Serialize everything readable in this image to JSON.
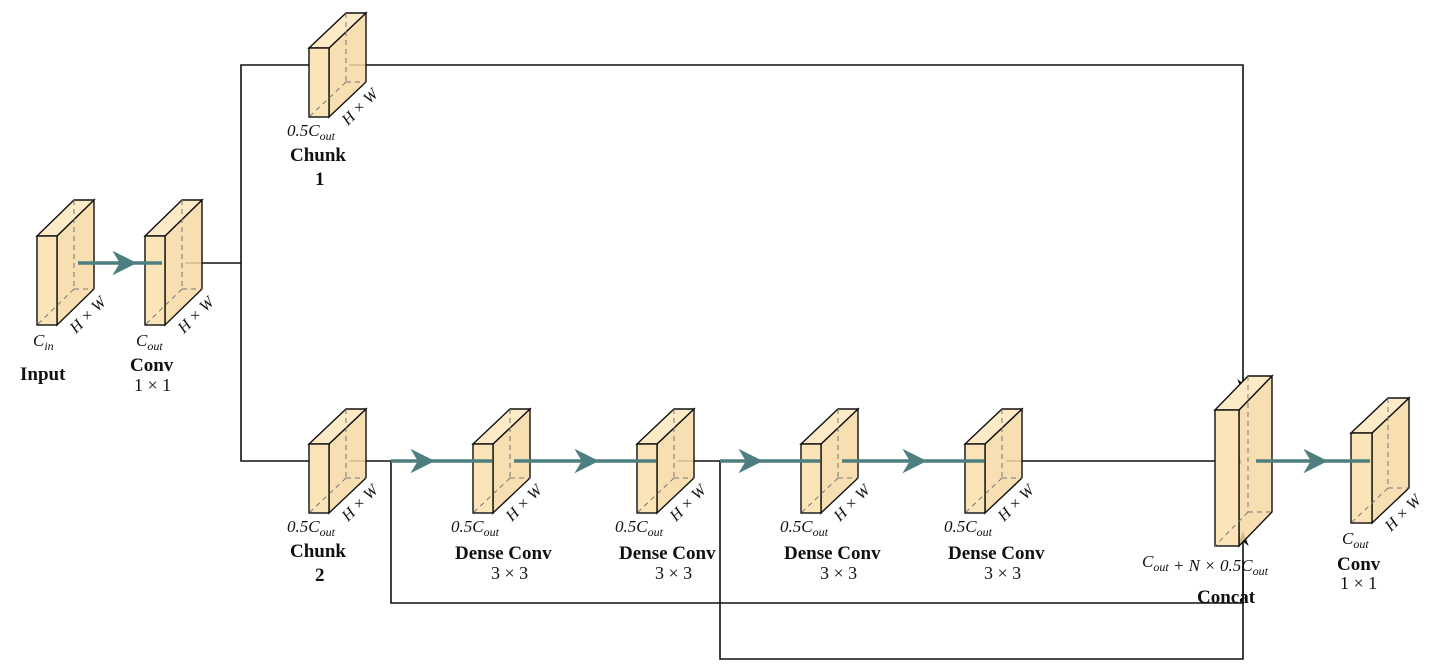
{
  "blocks": {
    "input": {
      "channels": "C_in",
      "name": "Input",
      "op": ""
    },
    "conv1": {
      "channels": "C_out",
      "name": "Conv",
      "op": "1 × 1"
    },
    "chunk1": {
      "channels": "0.5C_out",
      "name": "Chunk",
      "op": "1"
    },
    "chunk2": {
      "channels": "0.5C_out",
      "name": "Chunk",
      "op": "2"
    },
    "dense1": {
      "channels": "0.5C_out",
      "name": "Dense Conv",
      "op": "3 × 3"
    },
    "dense2": {
      "channels": "0.5C_out",
      "name": "Dense Conv",
      "op": "3 × 3"
    },
    "dense3": {
      "channels": "0.5C_out",
      "name": "Dense Conv",
      "op": "3 × 3"
    },
    "dense4": {
      "channels": "0.5C_out",
      "name": "Dense Conv",
      "op": "3 × 3"
    },
    "concat": {
      "channels": "C_out + N × 0.5C_out",
      "name": "Concat",
      "op": ""
    },
    "conv2": {
      "channels": "C_out",
      "name": "Conv",
      "op": "1 × 1"
    }
  },
  "spatial_label": "H × W",
  "colors": {
    "block_fill": "#fbe5b8",
    "flow_arrow": "#4e7f80",
    "wire": "#111111"
  }
}
